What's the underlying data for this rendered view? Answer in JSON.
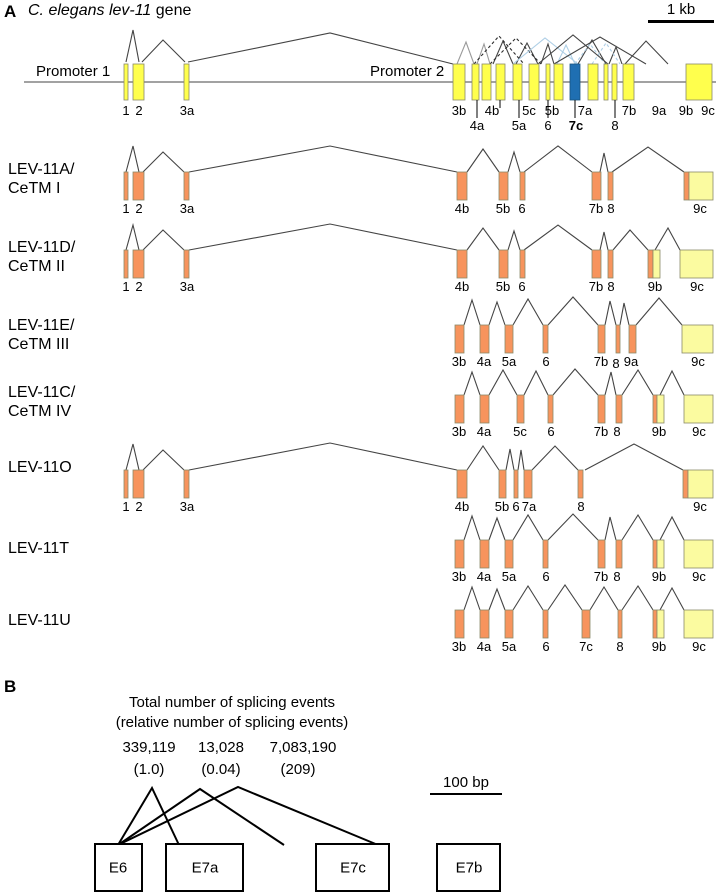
{
  "figure": {
    "panelA": {
      "letter": "A",
      "title_italic_1": "C. elegans ",
      "title_italic_2": "lev-11",
      "title_plain": " gene",
      "scalebar": "1 kb",
      "promoter1": "Promoter 1",
      "promoter2": "Promoter 2",
      "gene_exon_labels_upper": [
        "3b",
        "4b",
        "5c",
        "5b",
        "7a",
        "7b",
        "9a",
        "9b",
        "9c",
        "1",
        "2",
        "3a"
      ],
      "gene_exon_labels_lower": [
        "4a",
        "5a",
        "6",
        "7c",
        "8"
      ],
      "tracks": [
        {
          "label_line1": "LEV-11A/",
          "label_line2": "CeTM I",
          "exon_labels": [
            "1",
            "2",
            "3a",
            "4b",
            "5b",
            "6",
            "7b",
            "8",
            "9c"
          ]
        },
        {
          "label_line1": "LEV-11D/",
          "label_line2": "CeTM II",
          "exon_labels": [
            "1",
            "2",
            "3a",
            "4b",
            "5b",
            "6",
            "7b",
            "8",
            "9b",
            "9c"
          ]
        },
        {
          "label_line1": "LEV-11E/",
          "label_line2": "CeTM III",
          "exon_labels": [
            "3b",
            "4a",
            "5a",
            "6",
            "7b",
            "8",
            "9a",
            "9c"
          ]
        },
        {
          "label_line1": "LEV-11C/",
          "label_line2": "CeTM IV",
          "exon_labels": [
            "3b",
            "4a",
            "5c",
            "6",
            "7b",
            "8",
            "9b",
            "9c"
          ]
        },
        {
          "label_line1": "LEV-11O",
          "label_line2": "",
          "exon_labels": [
            "1",
            "2",
            "3a",
            "4b",
            "5b",
            "6",
            "7a",
            "8",
            "9c"
          ]
        },
        {
          "label_line1": "LEV-11T",
          "label_line2": "",
          "exon_labels": [
            "3b",
            "4a",
            "5a",
            "6",
            "7b",
            "8",
            "9b",
            "9c"
          ]
        },
        {
          "label_line1": "LEV-11U",
          "label_line2": "",
          "exon_labels": [
            "3b",
            "4a",
            "5a",
            "6",
            "7c",
            "8",
            "9b",
            "9c"
          ]
        }
      ]
    },
    "panelB": {
      "letter": "B",
      "caption_line1": "Total number of splicing events",
      "caption_line2": "(relative number of splicing events)",
      "scalebar": "100 bp",
      "counts": [
        "339,119",
        "13,028",
        "7,083,190"
      ],
      "relative": [
        "(1.0)",
        "(0.04)",
        "(209)"
      ],
      "boxes": [
        "E6",
        "E7a",
        "E7c",
        "E7b"
      ]
    }
  },
  "colors": {
    "coding_exon": "#f7945d",
    "utr_exon": "#ffff4d",
    "alt_exon_7c": "#1f6fb2",
    "genomic_line": "#6b6b6b",
    "intron_line": "#444444"
  }
}
